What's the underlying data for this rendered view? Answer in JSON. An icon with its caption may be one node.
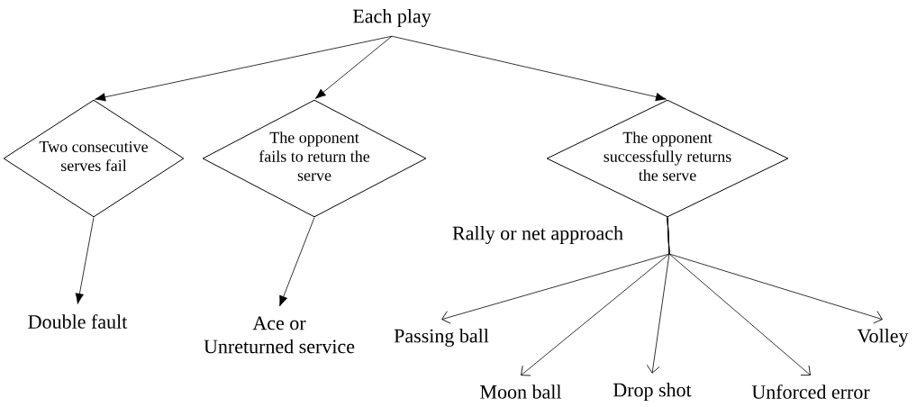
{
  "diagram": {
    "nodes": [
      {
        "text": [
          "Each play"
        ]
      },
      {
        "text": [
          "Two consecutive serves fail"
        ]
      },
      {
        "text": [
          "The opponent fails to return the serve"
        ]
      },
      {
        "text": [
          "The opponent successfully returns the serve"
        ]
      },
      {
        "text": [
          "Double fault"
        ]
      },
      {
        "text": [
          "Ace or Unreturned service"
        ]
      },
      {
        "text": [
          "Passing ball"
        ]
      },
      {
        "text": [
          "Moon ball"
        ]
      },
      {
        "text": [
          "Drop shot"
        ]
      },
      {
        "text": [
          "Unforced error"
        ]
      },
      {
        "text": [
          "Volley"
        ]
      }
    ],
    "edges": [
      {
        "from": 0,
        "to": 1,
        "arrow": "to"
      },
      {
        "from": 0,
        "to": 2,
        "arrow": "to"
      },
      {
        "from": 0,
        "to": 3,
        "arrow": "to"
      },
      {
        "from": 1,
        "to": 4,
        "arrow": "to"
      },
      {
        "from": 2,
        "to": 5,
        "arrow": "to"
      },
      {
        "from": 3,
        "to": 6,
        "arrow": "to"
      },
      {
        "from": 3,
        "to": 7,
        "arrow": "to"
      },
      {
        "from": 3,
        "to": 8,
        "arrow": "to"
      },
      {
        "from": 3,
        "to": 9,
        "arrow": "to"
      },
      {
        "from": 3,
        "to": 10,
        "arrow": "to"
      }
    ],
    "labels": [
      "Rally or net approach"
    ]
  }
}
